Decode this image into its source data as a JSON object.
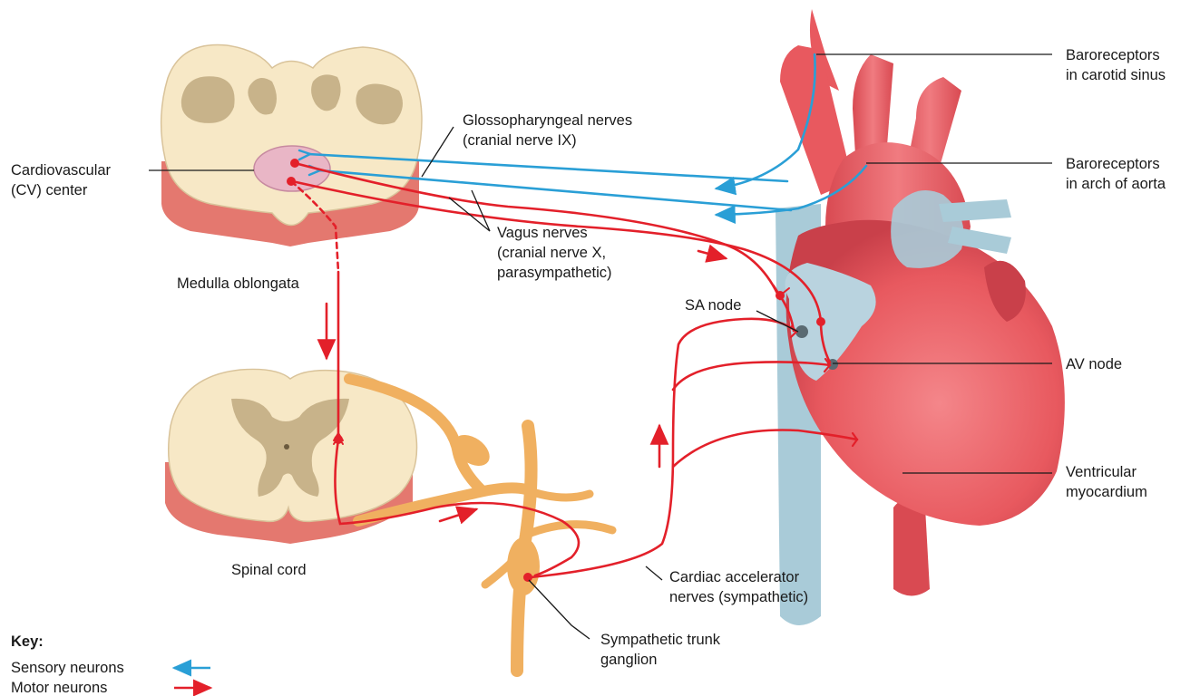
{
  "labels": {
    "cv_center": [
      "Cardiovascular",
      "(CV) center"
    ],
    "glossopharyngeal": [
      "Glossopharyngeal nerves",
      "(cranial nerve IX)"
    ],
    "vagus": [
      "Vagus nerves",
      "(cranial nerve X,",
      "parasympathetic)"
    ],
    "medulla": "Medulla oblongata",
    "spinal_cord": "Spinal cord",
    "baro_carotid": [
      "Baroreceptors",
      "in carotid sinus"
    ],
    "baro_aorta": [
      "Baroreceptors",
      "in arch of aorta"
    ],
    "sa_node": "SA node",
    "av_node": "AV node",
    "ventricular": [
      "Ventricular",
      "myocardium"
    ],
    "cardiac_accel": [
      "Cardiac accelerator",
      "nerves (sympathetic)"
    ],
    "sympathetic_ganglion": [
      "Sympathetic trunk",
      "ganglion"
    ]
  },
  "key": {
    "title": "Key:",
    "sensory": "Sensory neurons",
    "motor": "Motor neurons"
  },
  "colors": {
    "sensory": "#2a9fd6",
    "motor": "#e3202a",
    "tissue_cream": "#f7e8c6",
    "tissue_pink": "#e88a7c",
    "heart": "#e8595f",
    "vein": "#a9cbd8",
    "nerve_orange": "#f0b060",
    "cv_center": "#e9b6c6"
  }
}
